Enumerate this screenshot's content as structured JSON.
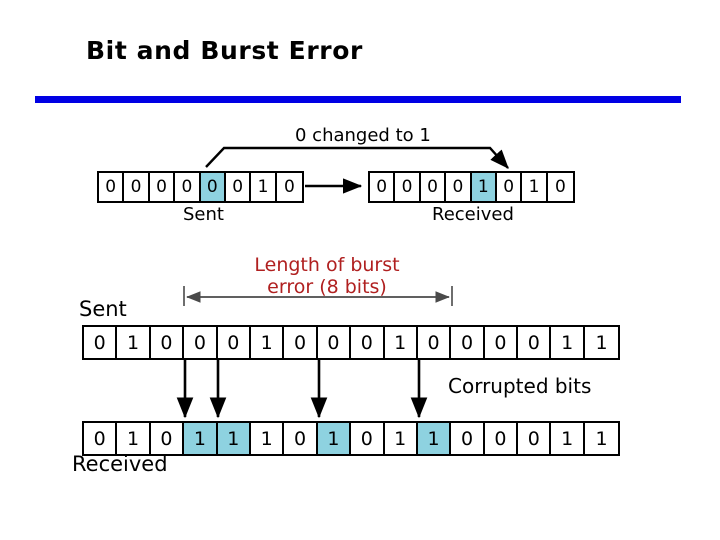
{
  "slide": {
    "title": "Bit and Burst Error",
    "rule_color": "#0000e4",
    "highlight_color": "#8ed2e0",
    "burst_text_color": "#b02020"
  },
  "single_bit_error": {
    "annotation": "0 changed to 1",
    "sent": {
      "label": "Sent",
      "bits": [
        "0",
        "0",
        "0",
        "0",
        "0",
        "0",
        "1",
        "0"
      ],
      "highlighted_index": 4
    },
    "received": {
      "label": "Received",
      "bits": [
        "0",
        "0",
        "0",
        "0",
        "1",
        "0",
        "1",
        "0"
      ],
      "highlighted_index": 4
    }
  },
  "burst_error": {
    "annotation": "Length of burst\nerror (8 bits)",
    "corrupted_label": "Corrupted bits",
    "sent": {
      "label": "Sent",
      "bits": [
        "0",
        "1",
        "0",
        "0",
        "0",
        "1",
        "0",
        "0",
        "0",
        "1",
        "0",
        "0",
        "0",
        "0",
        "1",
        "1"
      ],
      "highlighted_indices": []
    },
    "received": {
      "label": "Received",
      "bits": [
        "0",
        "1",
        "0",
        "1",
        "1",
        "1",
        "0",
        "1",
        "0",
        "1",
        "1",
        "0",
        "0",
        "0",
        "1",
        "1"
      ],
      "highlighted_indices": [
        3,
        4,
        7,
        10
      ]
    }
  }
}
